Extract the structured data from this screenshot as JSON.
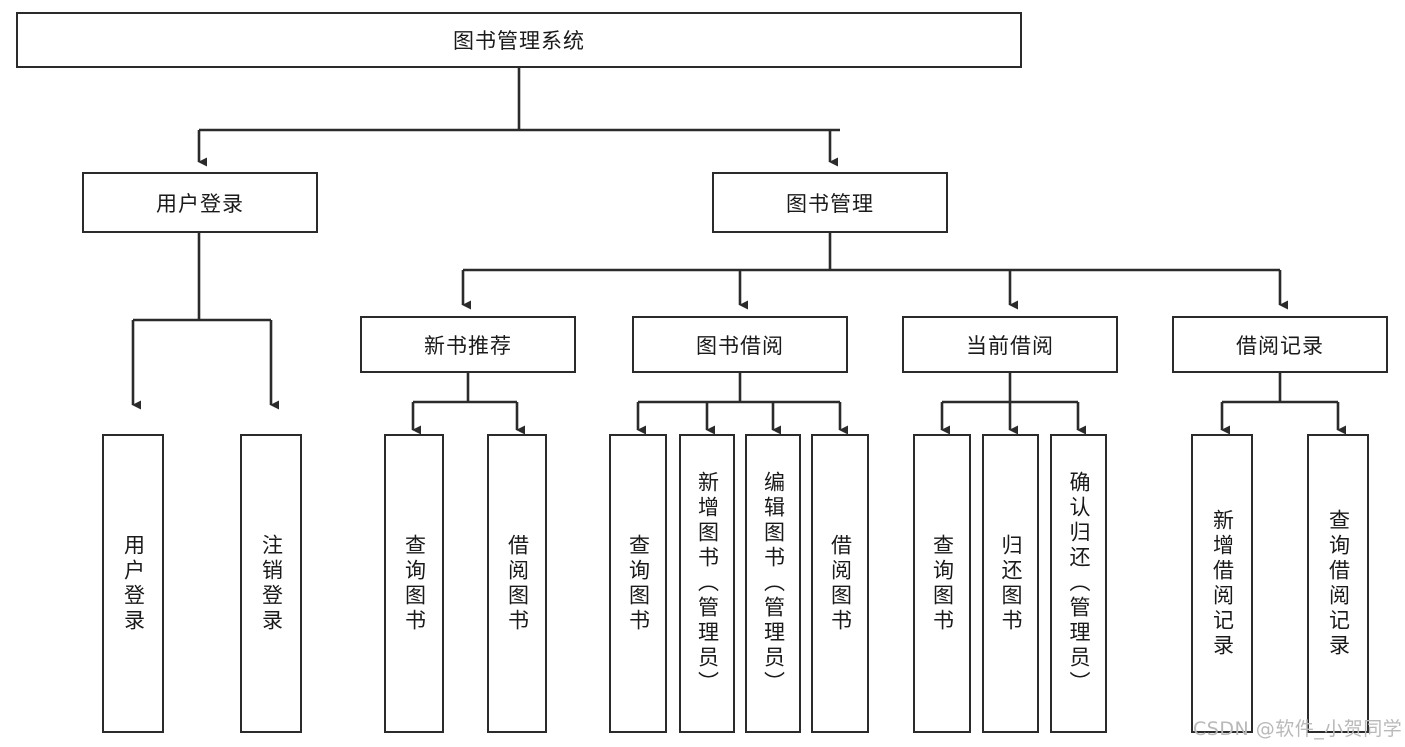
{
  "diagram": {
    "title": "图书管理系统",
    "type": "tree",
    "colors": {
      "background": "#ffffff",
      "box_border": "#2b2b2b",
      "box_fill": "#ffffff",
      "connector": "#2b2b2b",
      "text": "#1a1a1a",
      "watermark": "#b9b9b9"
    },
    "root": {
      "label": "图书管理系统",
      "orientation": "horizontal"
    },
    "level2": [
      {
        "label": "用户登录",
        "orientation": "horizontal"
      },
      {
        "label": "图书管理",
        "orientation": "horizontal"
      }
    ],
    "level3": [
      {
        "label": "新书推荐",
        "orientation": "horizontal",
        "parent": "图书管理"
      },
      {
        "label": "图书借阅",
        "orientation": "horizontal",
        "parent": "图书管理"
      },
      {
        "label": "当前借阅",
        "orientation": "horizontal",
        "parent": "图书管理"
      },
      {
        "label": "借阅记录",
        "orientation": "horizontal",
        "parent": "图书管理"
      }
    ],
    "leaves": [
      {
        "label": "用户登录",
        "orientation": "vertical",
        "parent": "用户登录"
      },
      {
        "label": "注销登录",
        "orientation": "vertical",
        "parent": "用户登录"
      },
      {
        "label": "查询图书",
        "orientation": "vertical",
        "parent": "新书推荐"
      },
      {
        "label": "借阅图书",
        "orientation": "vertical",
        "parent": "新书推荐"
      },
      {
        "label": "查询图书",
        "orientation": "vertical",
        "parent": "图书借阅"
      },
      {
        "label": "新增图书（管理员）",
        "orientation": "vertical",
        "parent": "图书借阅"
      },
      {
        "label": "编辑图书（管理员）",
        "orientation": "vertical",
        "parent": "图书借阅"
      },
      {
        "label": "借阅图书",
        "orientation": "vertical",
        "parent": "图书借阅"
      },
      {
        "label": "查询图书",
        "orientation": "vertical",
        "parent": "当前借阅"
      },
      {
        "label": "归还图书",
        "orientation": "vertical",
        "parent": "当前借阅"
      },
      {
        "label": "确认归还（管理员）",
        "orientation": "vertical",
        "parent": "当前借阅"
      },
      {
        "label": "新增借阅记录",
        "orientation": "vertical",
        "parent": "借阅记录"
      },
      {
        "label": "查询借阅记录",
        "orientation": "vertical",
        "parent": "借阅记录"
      }
    ]
  },
  "watermark": {
    "text": "CSDN @软件_小贺同学"
  }
}
